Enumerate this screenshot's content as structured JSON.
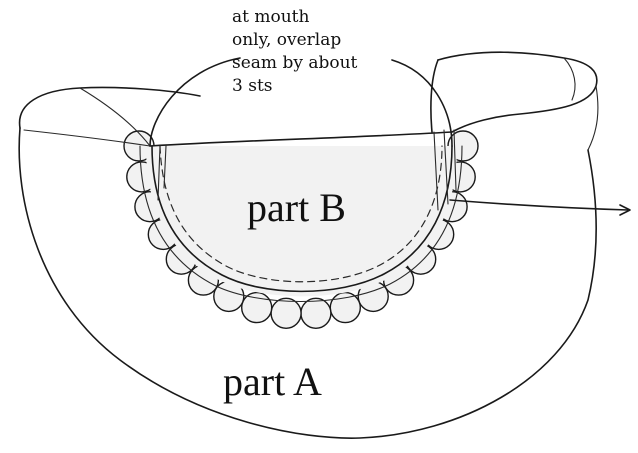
{
  "annotation": {
    "lines": [
      "at mouth",
      "only, overlap",
      "seam by about",
      "3 sts"
    ]
  },
  "labels": {
    "part_b": "part B",
    "part_a": "part A"
  }
}
